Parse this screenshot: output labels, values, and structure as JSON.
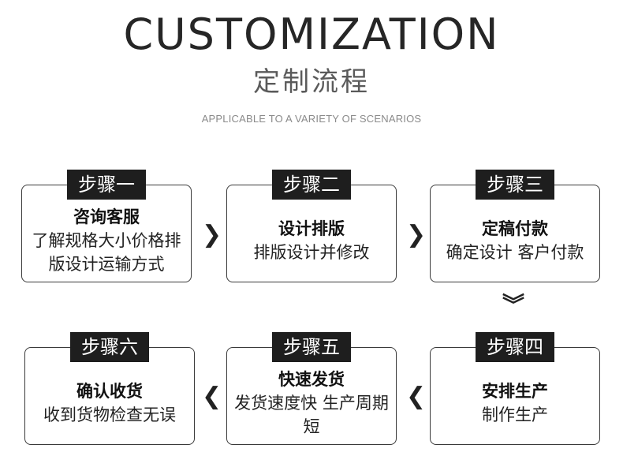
{
  "header": {
    "title": "CUSTOMIZATION",
    "subtitle": "定制流程",
    "tagline": "APPLICABLE TO A VARIETY OF SCENARIOS"
  },
  "steps": [
    {
      "badge": "步骤一",
      "title": "咨询客服",
      "desc": "了解规格大小价格排版设计运输方式"
    },
    {
      "badge": "步骤二",
      "title": "设计排版",
      "desc": "排版设计并修改"
    },
    {
      "badge": "步骤三",
      "title": "定稿付款",
      "desc": "确定设计 客户付款"
    },
    {
      "badge": "步骤四",
      "title": "安排生产",
      "desc": "制作生产"
    },
    {
      "badge": "步骤五",
      "title": "快速发货",
      "desc": "发货速度快 生产周期短"
    },
    {
      "badge": "步骤六",
      "title": "确认收货",
      "desc": "收到货物检查无误"
    }
  ],
  "arrows": {
    "right": "❯",
    "left": "❮",
    "down": "︾"
  }
}
